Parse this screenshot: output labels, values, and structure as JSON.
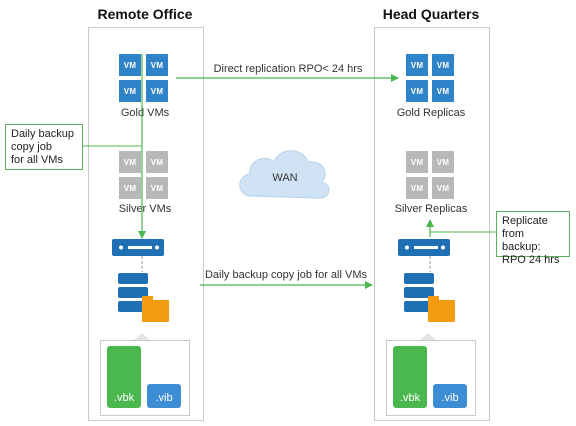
{
  "sites": {
    "remote": {
      "title": "Remote Office"
    },
    "hq": {
      "title": "Head Quarters"
    }
  },
  "vm_tile_label": "VM",
  "groups": {
    "remote_gold": "Gold VMs",
    "remote_silver": "Silver VMs",
    "hq_gold": "Gold Replicas",
    "hq_silver": "Silver Replicas"
  },
  "links": {
    "direct_replication": "Direct replication RPO< 24 hrs",
    "daily_backup_copy": "Daily backup copy job for all VMs"
  },
  "cloud": {
    "label": "WAN"
  },
  "callouts": {
    "left": [
      "Daily backup",
      "copy job",
      "for all VMs"
    ],
    "right": [
      "Replicate",
      "from backup:",
      "RPO 24 hrs"
    ]
  },
  "files": {
    "full": ".vbk",
    "incremental": ".vib"
  },
  "colors": {
    "vm_gold": "#2f84c9",
    "vm_silver": "#b8b8b8",
    "arrow": "#4bb84f",
    "cloud": "#cfe3f5",
    "server": "#1f6fb5",
    "folder": "#f39c12",
    "vbk": "#4bb84f",
    "vib": "#3d8dd4"
  }
}
